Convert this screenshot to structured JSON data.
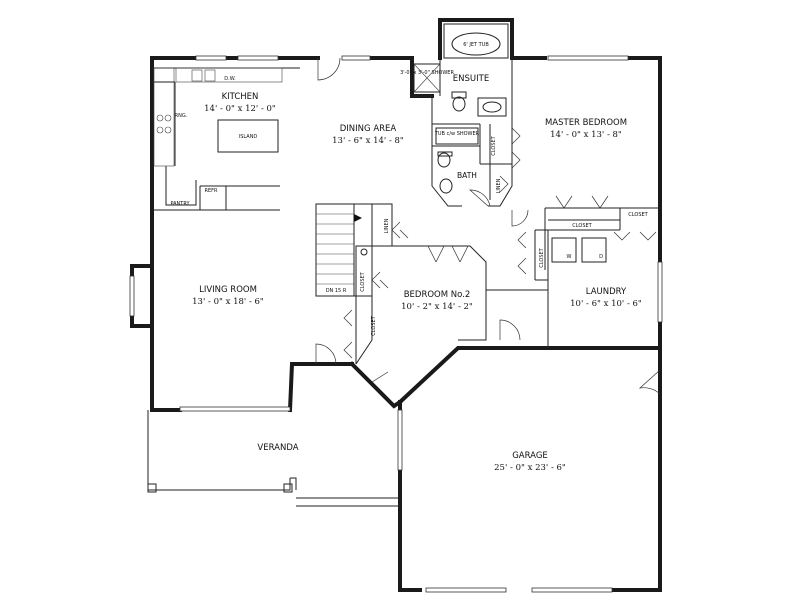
{
  "rooms": {
    "kitchen": {
      "name": "KITCHEN",
      "dims": "14' - 0\" x 12' - 0\""
    },
    "dining": {
      "name": "DINING AREA",
      "dims": "13' - 6\" x 14' - 8\""
    },
    "master": {
      "name": "MASTER BEDROOM",
      "dims": "14' - 0\" x 13' - 8\""
    },
    "living": {
      "name": "LIVING ROOM",
      "dims": "13' - 0\" x 18' - 6\""
    },
    "bedroom2": {
      "name": "BEDROOM No.2",
      "dims": "10' - 2\" x 14' - 2\""
    },
    "laundry": {
      "name": "LAUNDRY",
      "dims": "10' - 6\" x 10' - 6\""
    },
    "garage": {
      "name": "GARAGE",
      "dims": "25' - 0\" x 23' - 6\""
    },
    "veranda": {
      "name": "VERANDA"
    },
    "ensuite": {
      "name": "ENSUITE"
    },
    "bath": {
      "name": "BATH"
    }
  },
  "fixtures": {
    "jet_tub": "6' JET TUB",
    "shower_box": "3'-0\" x 3'-0\" SHOWER",
    "tub_shower": "TUB c/w SHOWER",
    "island": "ISLAND",
    "pantry": "PANTRY",
    "refr": "REFR",
    "dw": "D.W.",
    "range": "RNG.",
    "closet": "CLOSET",
    "linen": "LINEN",
    "stairs": "DN 15 R",
    "washer": "W",
    "dryer": "D"
  }
}
